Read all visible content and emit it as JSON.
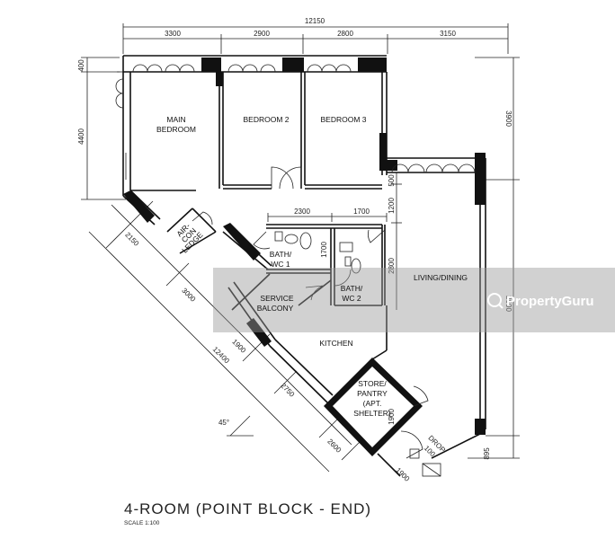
{
  "dimensions": {
    "top_total": "12150",
    "top": [
      "3300",
      "2900",
      "2800",
      "3150"
    ],
    "left_400": "400",
    "left_4400": "4400",
    "right_3900": "3900",
    "right_2600": "2600",
    "right_895": "895",
    "inner_500": "500",
    "inner_1200": "1200",
    "inner_2300": "2300",
    "inner_1700": "1700",
    "inner_1700_v": "1700",
    "inner_2800": "2800",
    "diag_2150": "2150",
    "diag_3000": "3000",
    "diag_12400": "12400",
    "diag_1900": "1900",
    "diag_2750": "2750",
    "diag_2600": "2600",
    "store_1900": "1900",
    "bottom_1900": "1900",
    "drop_100": "100",
    "drop_label": "DROP",
    "angle": "45°"
  },
  "rooms": {
    "main_bedroom": [
      "MAIN",
      "BEDROOM"
    ],
    "bedroom2": "BEDROOM 2",
    "bedroom3": "BEDROOM 3",
    "aircon": [
      "AIR-",
      "CON",
      "LEDGE"
    ],
    "bath1": [
      "BATH/",
      "WC 1"
    ],
    "bath2": [
      "BATH/",
      "WC 2"
    ],
    "service": [
      "SERVICE",
      "BALCONY"
    ],
    "living": "LIVING/DINING",
    "kitchen": "KITCHEN",
    "store": [
      "STORE/",
      "PANTRY",
      "(APT.",
      "SHELTER)"
    ]
  },
  "title": "4-ROOM (POINT BLOCK - END)",
  "scale": "SCALE   1:100",
  "watermark": "PropertyGuru",
  "colors": {
    "watermark_band": "#9a9a9a",
    "walls": "#111111"
  }
}
